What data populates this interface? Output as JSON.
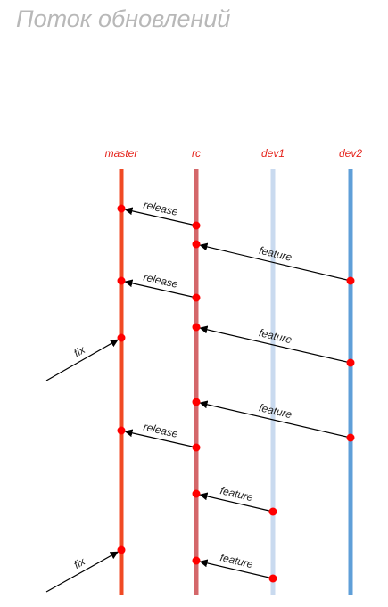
{
  "title": "Поток обновлений",
  "colors": {
    "title": "#b8b8b8",
    "branch_label": "#e5231b",
    "commit": "#ff0000",
    "arrow": "#000000"
  },
  "branches": [
    {
      "id": "master",
      "label": "master",
      "color": "#f04a24"
    },
    {
      "id": "rc",
      "label": "rc",
      "color": "#d4676a"
    },
    {
      "id": "dev1",
      "label": "dev1",
      "color": "#c9daef"
    },
    {
      "id": "dev2",
      "label": "dev2",
      "color": "#5f9fd8"
    }
  ],
  "merges": [
    {
      "label": "release",
      "from": "rc",
      "to": "master"
    },
    {
      "label": "feature",
      "from": "dev2",
      "to": "rc"
    },
    {
      "label": "release",
      "from": "rc",
      "to": "master"
    },
    {
      "label": "fix",
      "from": "external",
      "to": "master"
    },
    {
      "label": "feature",
      "from": "dev2",
      "to": "rc"
    },
    {
      "label": "feature",
      "from": "dev2",
      "to": "rc"
    },
    {
      "label": "release",
      "from": "rc",
      "to": "master"
    },
    {
      "label": "feature",
      "from": "dev1",
      "to": "rc"
    },
    {
      "label": "fix",
      "from": "external",
      "to": "master"
    },
    {
      "label": "feature",
      "from": "dev1",
      "to": "rc"
    }
  ]
}
